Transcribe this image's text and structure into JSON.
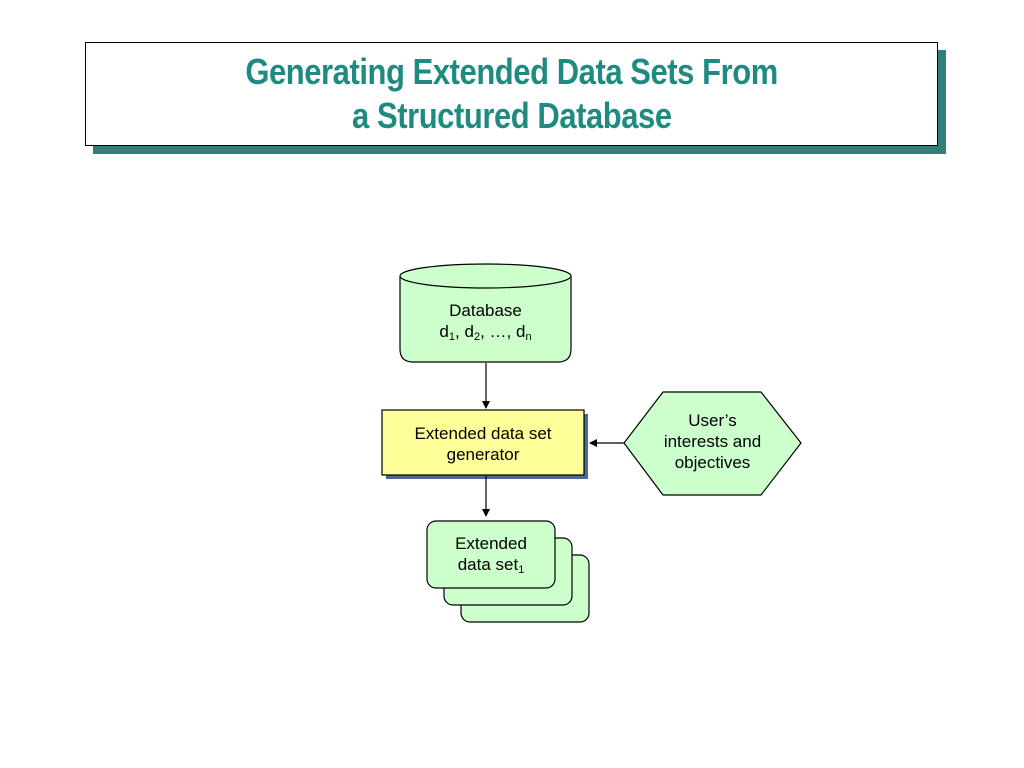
{
  "title": {
    "line1": "Generating Extended Data Sets From",
    "line2": "a Structured Database"
  },
  "database": {
    "label": "Database",
    "items": [
      {
        "base": "d",
        "sub": "1",
        "sep": ", "
      },
      {
        "base": "d",
        "sub": "2",
        "sep": ", …, "
      },
      {
        "base": "d",
        "sub": "n",
        "sep": ""
      }
    ]
  },
  "generator": {
    "line1": "Extended data set",
    "line2": "generator"
  },
  "user": {
    "line1": "User’s",
    "line2": "interests and",
    "line3": "objectives"
  },
  "extended": {
    "line1": "Extended",
    "line2_base": "data set",
    "line2_sub": "1"
  },
  "colors": {
    "title": "#1f8a80",
    "title_shadow": "#2f7f7a",
    "green_fill": "#ccffcc",
    "yellow_fill": "#ffff99",
    "box_shadow": "#4a6b9a"
  }
}
